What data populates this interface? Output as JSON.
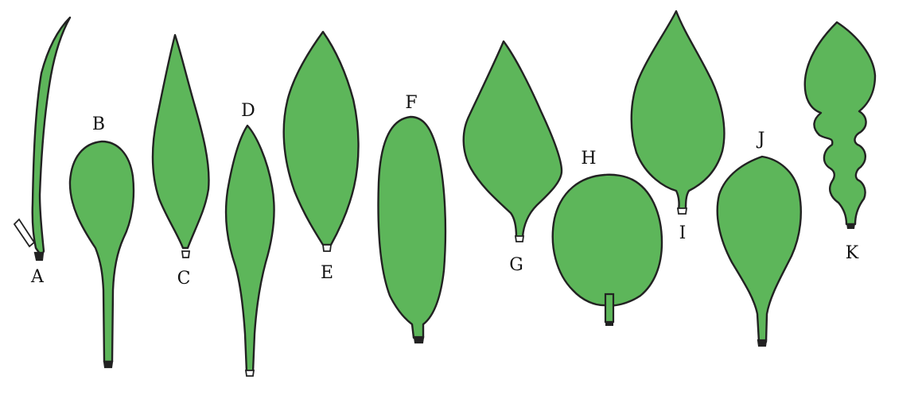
{
  "figure": {
    "leaf_fill": "#5db65a",
    "outline": "#222222",
    "leaves": [
      {
        "id": "A",
        "label": "A"
      },
      {
        "id": "B",
        "label": "B"
      },
      {
        "id": "C",
        "label": "C"
      },
      {
        "id": "D",
        "label": "D"
      },
      {
        "id": "E",
        "label": "E"
      },
      {
        "id": "F",
        "label": "F"
      },
      {
        "id": "G",
        "label": "G"
      },
      {
        "id": "H",
        "label": "H"
      },
      {
        "id": "I",
        "label": "I"
      },
      {
        "id": "J",
        "label": "J"
      },
      {
        "id": "K",
        "label": "K"
      }
    ]
  }
}
